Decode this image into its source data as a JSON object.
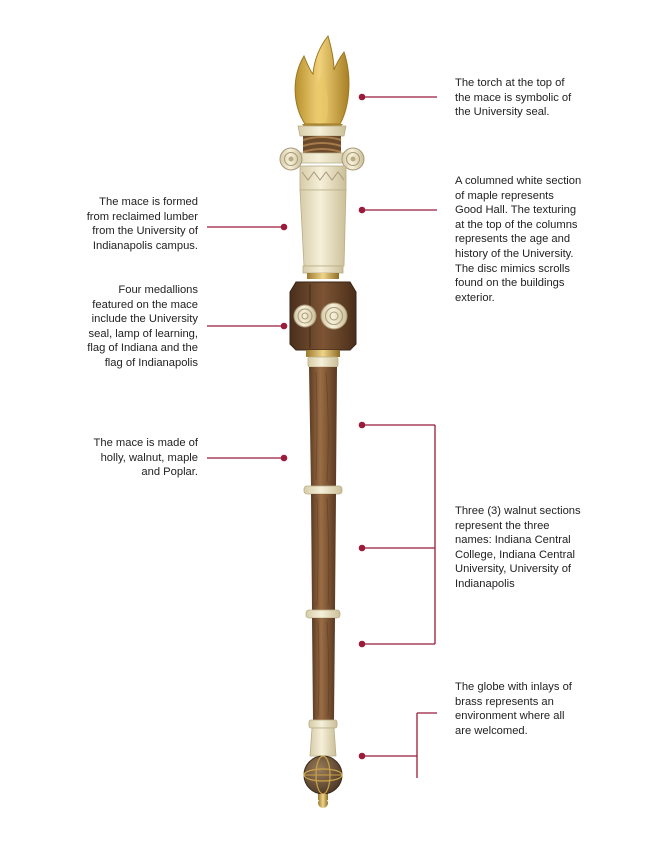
{
  "annotations": {
    "torch": "The torch at the top of the mace is symbolic of the University seal.",
    "reclaimed_lumber": "The mace is formed from reclaimed lumber from the University of Indianapolis campus.",
    "columned_section": "A columned white section of maple represents Good Hall. The texturing at the top of the columns represents the age and history of the University. The disc mimics scrolls found on the buildings exterior.",
    "medallions": "Four medallions featured on the mace include the University seal, lamp of learning, flag of Indiana and the flag of Indianapolis",
    "woods": "The mace is made of holly, walnut, maple and Poplar.",
    "walnut_sections": "Three (3) walnut sections represent the three names: Indiana Central College, Indiana Central University, University of Indianapolis",
    "globe": "The globe with inlays of brass represents an environment where all are welcomed."
  },
  "colors": {
    "accent": "#9b1b3a",
    "gold": "#d9b44a",
    "ivory": "#ece4c8",
    "walnut": "#7a5232",
    "brass": "#c9a24a"
  }
}
